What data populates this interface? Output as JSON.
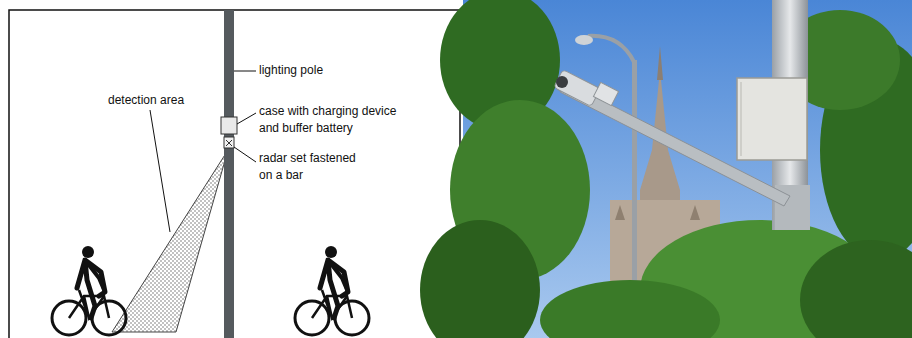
{
  "diagram": {
    "labels": [
      "lighting pole",
      "case with charging device and buffer battery",
      "radar set fastened on a bar",
      "detection area"
    ]
  }
}
